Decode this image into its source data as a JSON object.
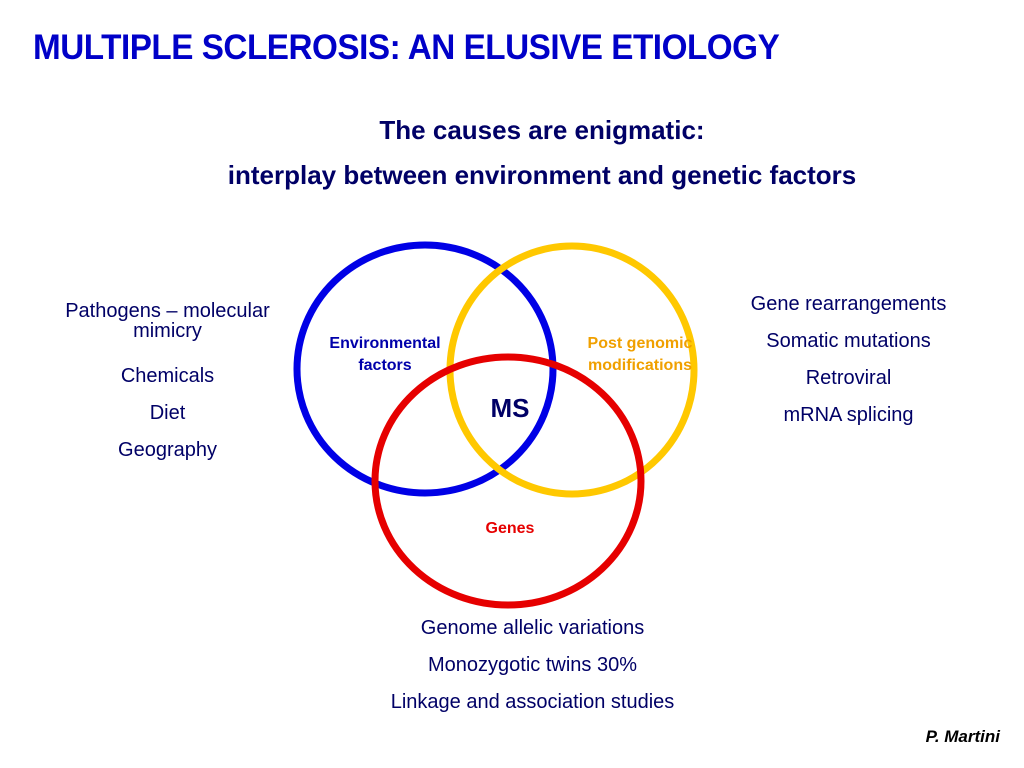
{
  "title": "MULTIPLE SCLEROSIS: AN ELUSIVE ETIOLOGY",
  "subtitle": {
    "line1": "The causes are enigmatic:",
    "line2": "interplay between environment and genetic factors"
  },
  "venn": {
    "circles": [
      {
        "label": "Environmental factors",
        "line1": "Environmental",
        "line2": "factors",
        "color": "#0000e6"
      },
      {
        "label": "Post genomic modifications",
        "line1": "Post genomic",
        "line2": "modifications",
        "color": "#ffc800"
      },
      {
        "label": "Genes",
        "color": "#e60000"
      }
    ],
    "center_label": "MS"
  },
  "environmental_list": [
    "Pathogens – molecular mimicry",
    "Chemicals",
    "Diet",
    "Geography"
  ],
  "post_genomic_list": [
    "Gene rearrangements",
    "Somatic mutations",
    "Retroviral",
    "mRNA splicing"
  ],
  "genes_list": [
    "Genome allelic variations",
    "Monozygotic twins 30%",
    "Linkage and association studies"
  ],
  "author": "P. Martini",
  "colors": {
    "title": "#0000c8",
    "text": "#000066",
    "environment": "#0000e6",
    "post_genomic": "#ffc800",
    "genes": "#e60000"
  }
}
